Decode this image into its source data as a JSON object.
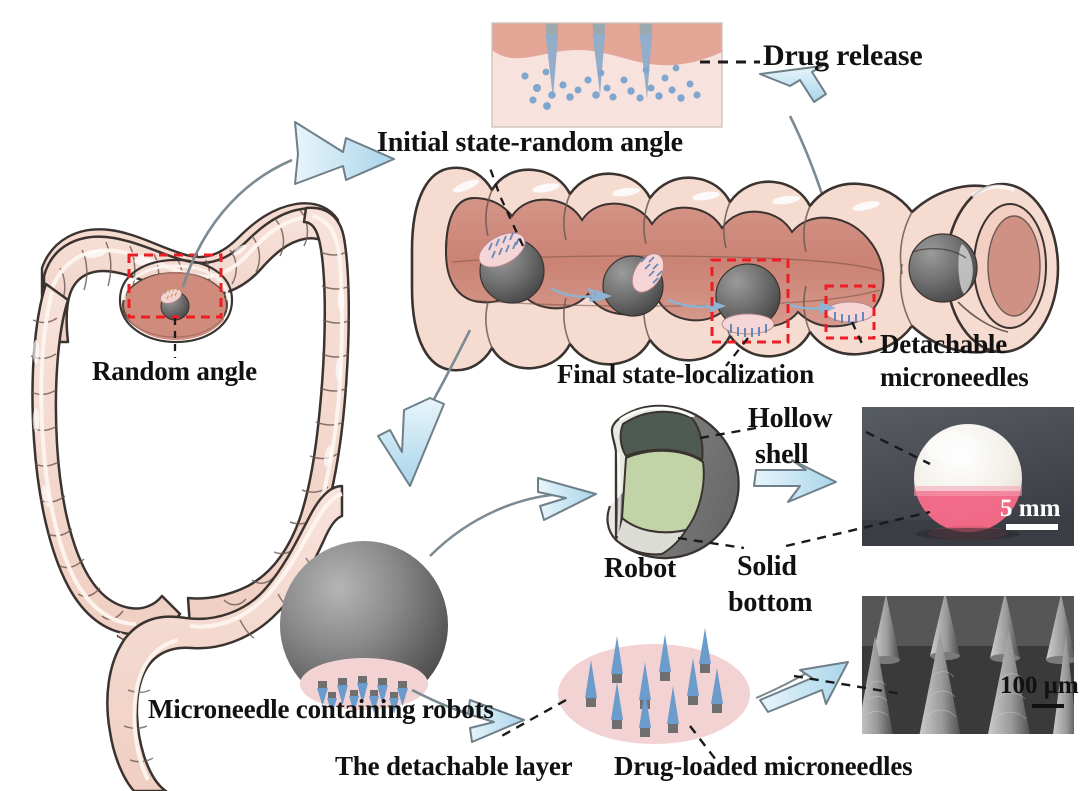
{
  "figure": {
    "title_implicit": "Magnetically actuated microneedle-containing robot for colonic drug delivery",
    "background_color": "#ffffff"
  },
  "labels": {
    "drug_release": "Drug release",
    "initial_state": "Initial state-random angle",
    "random_angle": "Random angle",
    "final_state": "Final state-localization",
    "detachable_microneedles_line1": "Detachable",
    "detachable_microneedles_line2": "microneedles",
    "hollow_shell_line1": "Hollow",
    "hollow_shell_line2": "shell",
    "solid_bottom_line1": "Solid",
    "solid_bottom_line2": "bottom",
    "robot": "Robot",
    "microneedle_containing_robots": "Microneedle containing robots",
    "detachable_layer": "The detachable layer",
    "drug_loaded_microneedles": "Drug-loaded microneedles"
  },
  "scale_bars": {
    "robot_photo": "5 mm",
    "sem_image": "100 μm"
  },
  "colors": {
    "tissue_light": "#f6d7cc",
    "tissue_mid": "#efb8a6",
    "tissue_dark": "#cf8878",
    "mucosa": "#cb8577",
    "serosa": "#f3cfc3",
    "robot_gray_dark": "#4f4f4f",
    "robot_gray_light": "#a8a8a8",
    "needle_blue": "#6b9ccc",
    "needle_blue_light": "#9dbede",
    "arrow_blue": "#bfe0ef",
    "arrow_blue_light": "#e4f3fa",
    "arrow_outline": "#7b8a93",
    "dashed_red": "#ee1c24",
    "dashed_black": "#1a1a1a",
    "shell_outer": "#7d7d7d",
    "shell_cavity": "#4e5a52",
    "solid_green": "#c2d3a8",
    "solid_pale": "#dcdcd6",
    "pink_layer": "#f3d2d4",
    "drug_dot": "#7fa6cf",
    "skin_top": "#e3a697",
    "skin_body": "#f5ded9",
    "photo_bg": "#4b4f55",
    "sphere_white": "#f4f2ef",
    "sphere_pink": "#f0607f",
    "sem_gray": "#888888"
  },
  "elements": {
    "colon_illustration": "large intestine anatomical drawing",
    "colon_inset_box": "red dashed rectangle around colon cross-section",
    "intestine_tube": "cutaway colon segment with four robot positions",
    "robot_cutaway": "hemispherical cutaway showing hollow shell and solid bottom",
    "robot_photo": "photograph of spherical robot, white top and pink bottom",
    "sem_photo": "scanning electron micrograph of conical microneedle array",
    "needle_sphere": "gray sphere with pink microneedle patch on the bottom",
    "detachable_layer_ellipse": "pink ellipse with blue conical microneedles",
    "drug_release_panel": "tissue cross-section with three microneedles releasing drug particles"
  },
  "drug_release_panel": {
    "needle_count": 3,
    "particle_count": 26
  },
  "intestine_tube": {
    "robot_count": 4,
    "robot_states": [
      "random angle",
      "rotating",
      "final localization",
      "released"
    ],
    "flow_arrow_count": 3
  },
  "detachable_layer": {
    "needle_count": 10
  },
  "needle_sphere": {
    "needle_count": 9
  }
}
